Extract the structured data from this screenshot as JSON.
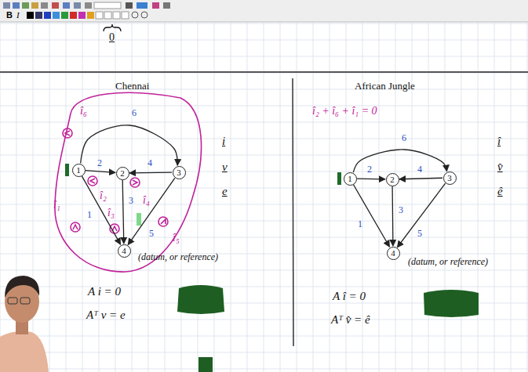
{
  "diagram": {
    "nodes": [
      {
        "text": [
          "1"
        ]
      },
      {
        "text": [
          "2"
        ]
      },
      {
        "text": [
          "3"
        ]
      },
      {
        "text": [
          "4"
        ]
      },
      {
        "text": [
          "1"
        ]
      },
      {
        "text": [
          "2"
        ]
      },
      {
        "text": [
          "3"
        ]
      },
      {
        "text": [
          "4"
        ]
      }
    ],
    "edges": [
      {
        "from": 0,
        "to": 2,
        "arrow": "to",
        "label": "6"
      },
      {
        "from": 0,
        "to": 1,
        "arrow": "to",
        "label": "2"
      },
      {
        "from": 2,
        "to": 1,
        "arrow": "to",
        "label": "4"
      },
      {
        "from": 1,
        "to": 3,
        "arrow": "to",
        "label": "3"
      },
      {
        "from": 0,
        "to": 3,
        "arrow": "to",
        "label": "1"
      },
      {
        "from": 2,
        "to": 3,
        "arrow": "to",
        "label": "5"
      },
      {
        "from": 4,
        "to": 6,
        "arrow": "to",
        "label": "6"
      },
      {
        "from": 4,
        "to": 5,
        "arrow": "to",
        "label": "2"
      },
      {
        "from": 6,
        "to": 5,
        "arrow": "to",
        "label": "4"
      },
      {
        "from": 5,
        "to": 7,
        "arrow": "to",
        "label": "3"
      },
      {
        "from": 4,
        "to": 7,
        "arrow": "to",
        "label": "1"
      },
      {
        "from": 6,
        "to": 7,
        "arrow": "to",
        "label": "5"
      }
    ],
    "labels": [
      "B",
      "I",
      "0",
      "Chennai",
      "African Jungle",
      "î₆",
      "î₁",
      "î₂",
      "î₃",
      "î₄",
      "î₅",
      "i",
      "v",
      "e",
      "(datum, or reference)",
      "A i = 0",
      "Aᵀ v = e",
      "î₂ + î₆ + î₁ = 0",
      "î",
      "v̂",
      "ê",
      "(datum, or reference)",
      "A î = 0",
      "Aᵀ v̂ = ê"
    ]
  }
}
